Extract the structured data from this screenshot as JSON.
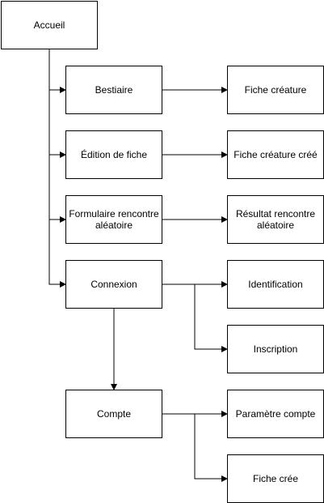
{
  "diagram": {
    "nodes": [
      {
        "id": "accueil",
        "lines": [
          "Accueil"
        ]
      },
      {
        "id": "bestiaire",
        "lines": [
          "Bestiaire"
        ]
      },
      {
        "id": "fiche_creature",
        "lines": [
          "Fiche créature"
        ]
      },
      {
        "id": "edition_fiche",
        "lines": [
          "Édition de fiche"
        ]
      },
      {
        "id": "fiche_creature_cree",
        "lines": [
          "Fiche créature créé"
        ]
      },
      {
        "id": "formulaire_rencontre",
        "lines": [
          "Formulaire rencontre",
          "aléatoire"
        ]
      },
      {
        "id": "resultat_rencontre",
        "lines": [
          "Résultat rencontre",
          "aléatoire"
        ]
      },
      {
        "id": "connexion",
        "lines": [
          "Connexion"
        ]
      },
      {
        "id": "identification",
        "lines": [
          "Identification"
        ]
      },
      {
        "id": "inscription",
        "lines": [
          "Inscription"
        ]
      },
      {
        "id": "compte",
        "lines": [
          "Compte"
        ]
      },
      {
        "id": "parametre_compte",
        "lines": [
          "Paramètre compte"
        ]
      },
      {
        "id": "fiche_cree",
        "lines": [
          "Fiche crée"
        ]
      }
    ],
    "edges": [
      {
        "from": "accueil",
        "to": "bestiaire"
      },
      {
        "from": "accueil",
        "to": "edition_fiche"
      },
      {
        "from": "accueil",
        "to": "formulaire_rencontre"
      },
      {
        "from": "accueil",
        "to": "connexion"
      },
      {
        "from": "bestiaire",
        "to": "fiche_creature"
      },
      {
        "from": "edition_fiche",
        "to": "fiche_creature_cree"
      },
      {
        "from": "formulaire_rencontre",
        "to": "resultat_rencontre"
      },
      {
        "from": "connexion",
        "to": "identification"
      },
      {
        "from": "connexion",
        "to": "inscription"
      },
      {
        "from": "connexion",
        "to": "compte"
      },
      {
        "from": "compte",
        "to": "parametre_compte"
      },
      {
        "from": "compte",
        "to": "fiche_cree"
      }
    ]
  }
}
